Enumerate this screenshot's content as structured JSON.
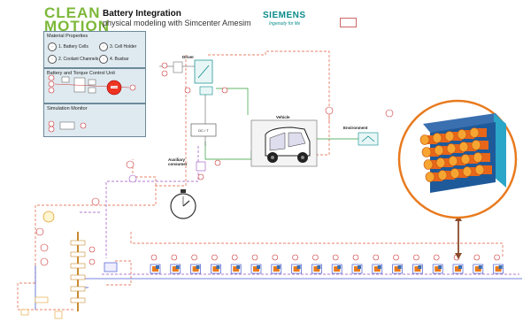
{
  "header": {
    "logo_line1": "CLEAN",
    "logo_line2": "MOTION",
    "title": "Battery Integration",
    "subtitle": "physical modeling with Simcenter Amesim",
    "brand": "SIEMENS",
    "brand_tagline": "Ingenuity for life"
  },
  "panels": {
    "material": {
      "title": "Material Properties",
      "items": [
        "1. Battery Cells",
        "2. Coolant Channels",
        "3. Cell Holder",
        "4. Busbar"
      ]
    },
    "control": {
      "title": "Battery and Torque Control Unit"
    },
    "monitor": {
      "title": "Simulation Monitor"
    }
  },
  "labels": {
    "driver": "Driver",
    "vehicle": "Vehicle",
    "environment": "Environment",
    "auxiliary": "Auxiliary consumer"
  },
  "colors": {
    "logo_green": "#7db83a",
    "siemens_teal": "#0b8a8a",
    "thermal_red": "#e05a3a",
    "electric_blue": "#4a5bd0",
    "signal_purple": "#9a4fc0",
    "link_brown": "#8b4a2b",
    "cell_orange": "#e87a1e"
  }
}
